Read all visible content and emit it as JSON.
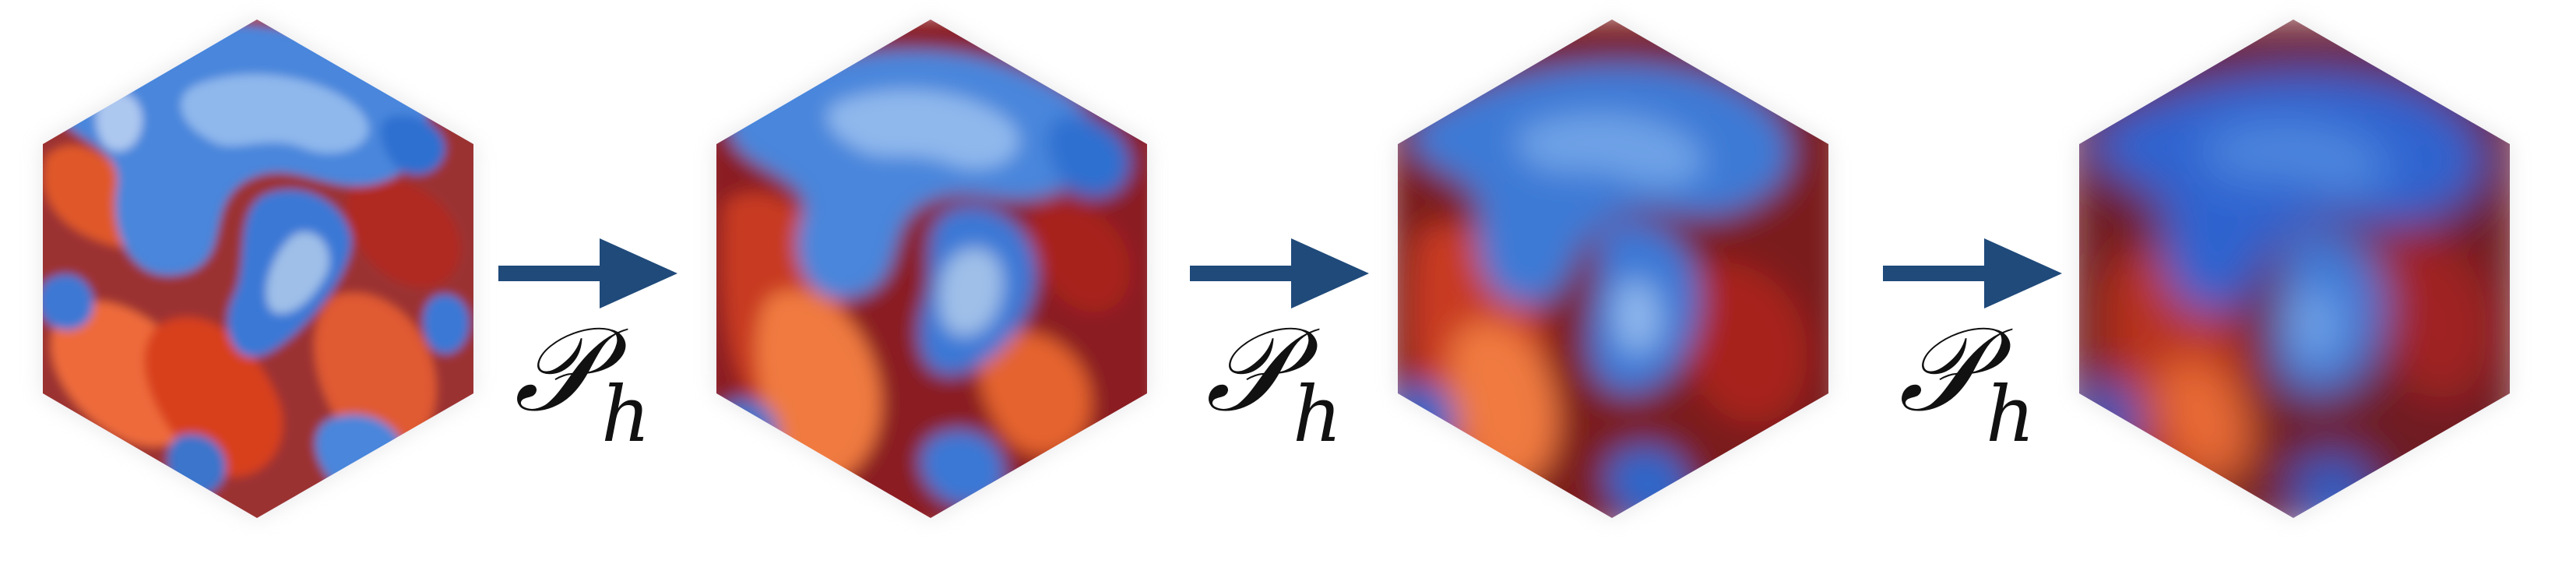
{
  "operator": {
    "symbol": "𝒫",
    "subscript": "h"
  },
  "steps": [
    {
      "label_symbol": "𝒫",
      "label_subscript": "h"
    },
    {
      "label_symbol": "𝒫",
      "label_subscript": "h"
    },
    {
      "label_symbol": "𝒫",
      "label_subscript": "h"
    }
  ],
  "colors": {
    "arrow": "#1f4a7a",
    "blue_light": "#6fa8e8",
    "blue": "#2f6fd0",
    "blue_dark": "#1a3f9e",
    "red_light": "#ff8a4c",
    "red": "#d8401f",
    "red_dark": "#8a1a1a",
    "background": "#ffffff"
  }
}
